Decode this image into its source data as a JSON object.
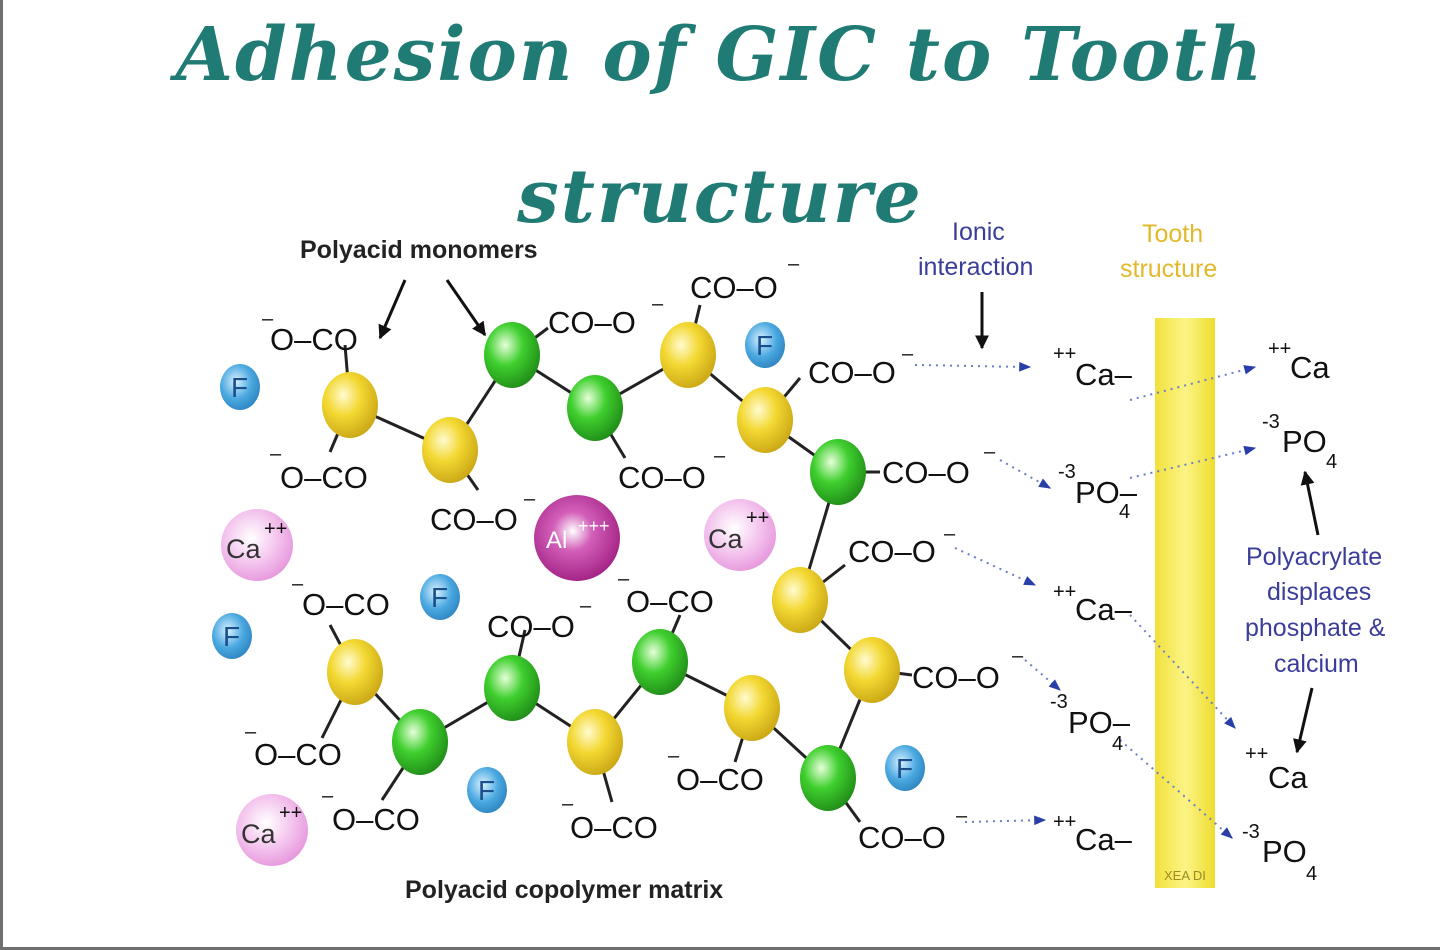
{
  "title": {
    "line1": "Adhesion of GIC to Tooth",
    "line2": "structure"
  },
  "labels": {
    "polyacid_monomers": "Polyacid monomers",
    "ionic_line1": "Ionic",
    "ionic_line2": "interaction",
    "tooth_line1": "Tooth",
    "tooth_line2": "structure",
    "matrix": "Polyacid copolymer matrix",
    "polyacrylate_1": "Polyacrylate",
    "polyacrylate_2": "displaces",
    "polyacrylate_3": "phosphate &",
    "polyacrylate_4": "calcium"
  },
  "groups": {
    "oco": "O–CO",
    "coo": "CO–O",
    "minus": "–"
  },
  "ions": {
    "F": "F",
    "Ca": "Ca",
    "Al": "Al",
    "sup_double_plus": "++",
    "sup_triple_plus": "+++",
    "sup_minus": "–",
    "Ca_bond": "Ca–",
    "PO": "PO",
    "PO_bond": "PO–",
    "sub4": "4",
    "sup3": "-3"
  },
  "colors": {
    "title": "#1f7b73",
    "yellow_node": "#f3d832",
    "green_node": "#3fcf2e",
    "fluoride": "#4aa8e0",
    "calcium": "#e38bd8",
    "aluminium": "#9c1a7e",
    "tooth_bar": "#f8ee5a"
  },
  "watermark": "XEA DI"
}
